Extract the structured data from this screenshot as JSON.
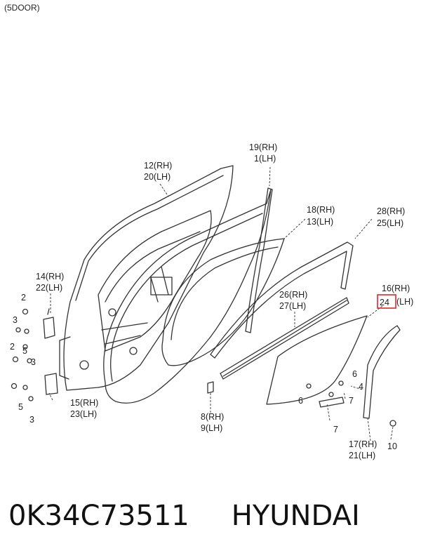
{
  "header": {
    "label": "(5DOOR)"
  },
  "footer": {
    "part_number": "0K34C73511",
    "brand": "HYUNDAI"
  },
  "callouts": {
    "c12": "12(RH)",
    "c20": "20(LH)",
    "c19": "19(RH)",
    "c1": "1(LH)",
    "c18": "18(RH)",
    "c13": "13(LH)",
    "c28": "28(RH)",
    "c25": "25(LH)",
    "c14": "14(RH)",
    "c22": "22(LH)",
    "c16": "16(RH)",
    "c24": "24",
    "c24lh": "(LH)",
    "c26": "26(RH)",
    "c27": "27(LH)",
    "c15": "15(RH)",
    "c23": "23(LH)",
    "c8": "8(RH)",
    "c9": "9(LH)",
    "c17": "17(RH)",
    "c21": "21(LH)",
    "n2a": "2",
    "n3a": "3",
    "n5a": "5",
    "n2b": "2",
    "n3b": "3",
    "n5b": "5",
    "n3c": "3",
    "n6a": "6",
    "n6b": "6",
    "n4": "4",
    "n7a": "7",
    "n7b": "7",
    "n10": "10"
  },
  "colors": {
    "highlight": "#e0262b",
    "line": "#333333"
  }
}
